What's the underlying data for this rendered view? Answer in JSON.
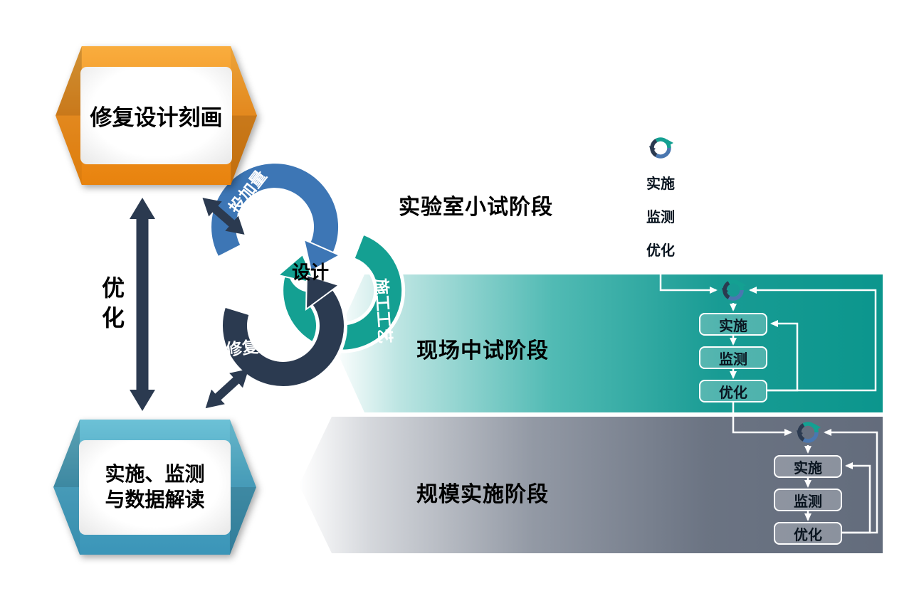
{
  "banners": {
    "top": {
      "label": "修复设计刻画"
    },
    "bottom": {
      "label": "实施、监测\n与数据解读"
    }
  },
  "left_flow": {
    "optimize_label": "优化"
  },
  "cycle": {
    "center_label": "设计",
    "arc_labels": {
      "dosage": "投加量",
      "process": "施工工艺",
      "material": "修复材料"
    },
    "colors": {
      "dosage": "#3d76b5",
      "process": "#14a092",
      "material": "#2b3a50"
    }
  },
  "phases": [
    {
      "label": "实验室小试阶段",
      "band_color": "#4a7ab5",
      "steps": [
        "实施",
        "监测",
        "优化"
      ]
    },
    {
      "label": "现场中试阶段",
      "band_color": "#12a79d",
      "steps": [
        "实施",
        "监测",
        "优化"
      ]
    },
    {
      "label": "规模实施阶段",
      "band_color": "#6a7385",
      "steps": [
        "实施",
        "监测",
        "优化"
      ]
    }
  ]
}
